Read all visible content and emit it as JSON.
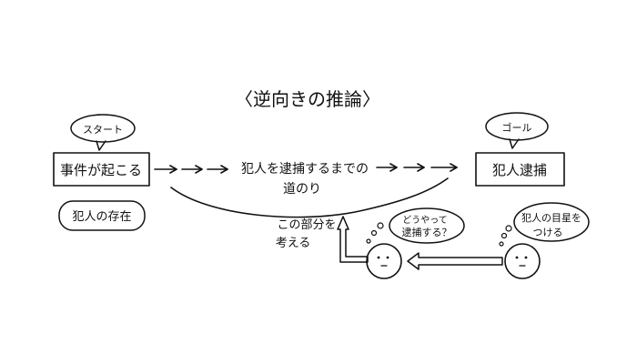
{
  "title": "〈逆向きの推論〉",
  "start": {
    "tag": "スタート",
    "box": "事件が起こる",
    "note": "犯人の存在"
  },
  "goal": {
    "tag": "ゴール",
    "box": "犯人逮捕"
  },
  "path": {
    "line1": "犯人を逮捕するまでの",
    "line2": "道のり"
  },
  "focus_note": {
    "line1": "この部分を",
    "line2": "考える"
  },
  "thought_left": {
    "line1": "どうやって",
    "line2": "逮捕する？"
  },
  "thought_right": {
    "line1": "犯人の目星を",
    "line2": "つける"
  }
}
